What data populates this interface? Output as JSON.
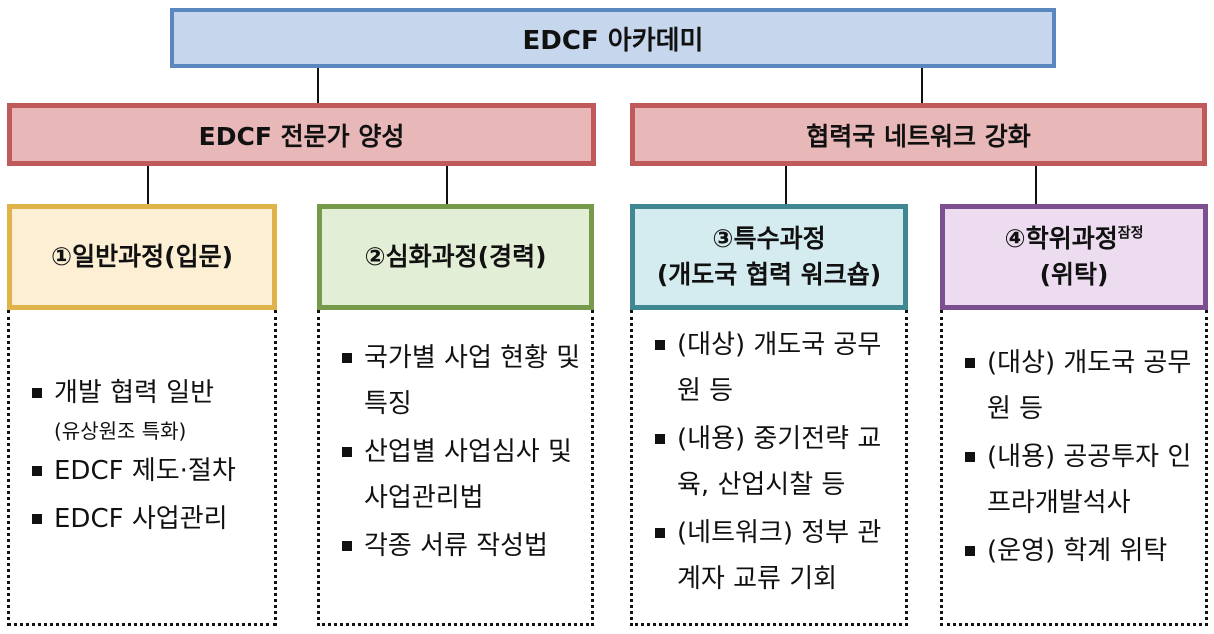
{
  "title": "EDCF 아카데미",
  "branches": [
    {
      "label": "EDCF 전문가 양성",
      "courses": [
        {
          "number": "①",
          "title": "일반과정(입문)",
          "title_line2": "",
          "superscript": "",
          "items": [
            {
              "text": "개발 협력 일반",
              "sub": "(유상원조 특화)"
            },
            {
              "text": "EDCF 제도·절차",
              "sub": ""
            },
            {
              "text": "EDCF 사업관리",
              "sub": ""
            }
          ]
        },
        {
          "number": "②",
          "title": "심화과정(경력)",
          "title_line2": "",
          "superscript": "",
          "items": [
            {
              "text": "국가별 사업 현황 및 특징",
              "sub": ""
            },
            {
              "text": "산업별 사업심사 및 사업관리법",
              "sub": ""
            },
            {
              "text": "각종 서류 작성법",
              "sub": ""
            }
          ]
        }
      ]
    },
    {
      "label": "협력국 네트워크 강화",
      "courses": [
        {
          "number": "③",
          "title": "특수과정",
          "title_line2": "(개도국 협력 워크숍)",
          "superscript": "",
          "items": [
            {
              "text": "(대상) 개도국 공무원 등",
              "sub": ""
            },
            {
              "text": "(내용) 중기전략 교육, 산업시찰 등",
              "sub": ""
            },
            {
              "text": "(네트워크) 정부 관계자 교류 기회",
              "sub": ""
            }
          ]
        },
        {
          "number": "④",
          "title": "학위과정",
          "title_line2": "(위탁)",
          "superscript": "잠정",
          "items": [
            {
              "text": "(대상) 개도국 공무원 등",
              "sub": ""
            },
            {
              "text": "(내용) 공공투자 인프라개발석사",
              "sub": ""
            },
            {
              "text": "(운영) 학계 위탁",
              "sub": ""
            }
          ]
        }
      ]
    }
  ],
  "colors": {
    "top_fill": "#c6d6ec",
    "top_border": "#5a87c0",
    "level2_fill": "#e8b8b8",
    "level2_border": "#c05a5a",
    "course1_fill": "#fcefd4",
    "course1_border": "#dfb24a",
    "course2_fill": "#e3eed6",
    "course2_border": "#76994a",
    "course3_fill": "#d4ebef",
    "course3_border": "#3f8791",
    "course4_fill": "#eddcf0",
    "course4_border": "#7c4f91"
  }
}
